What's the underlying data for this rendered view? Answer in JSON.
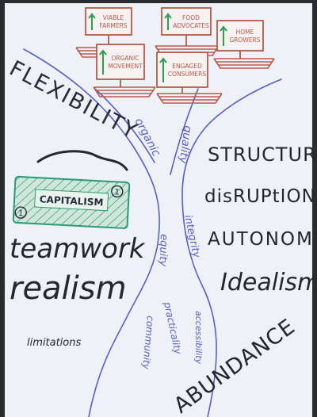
{
  "colors": {
    "paper": "#eef1f6",
    "frame": "#2a2c30",
    "river": "#5b5fc4",
    "ink": "#2a2a3a",
    "boat": "#b8584c",
    "boat_green": "#2f9a52",
    "banknote": "#2b9a78",
    "banknote_fill": "#cfe7d8",
    "signature": "#26262e"
  },
  "boats": [
    {
      "label": "VIABLE FARMERS",
      "line1": "VIABLE",
      "line2": "FARMERS"
    },
    {
      "label": "FOOD ADVOCATES",
      "line1": "FOOD",
      "line2": "ADVOCATES"
    },
    {
      "label": "ORGANIC MOVEMENT",
      "line1": "ORGANIC",
      "line2": "MOVEMENT"
    },
    {
      "label": "ENGAGED CONSUMERS",
      "line1": "ENGAGED",
      "line2": "CONSUMERS"
    },
    {
      "label": "HOME GROWERS",
      "line1": "HOME",
      "line2": "GROWERS"
    }
  ],
  "left_bank": {
    "flexibility": "FLEXIBILITY",
    "capitalism": "CAPITALISM",
    "note_marks": [
      "1",
      "1"
    ],
    "teamwork": "teamwork",
    "realism": "realism",
    "limitations": "limitations"
  },
  "right_bank": {
    "structure": "STRUCTURE",
    "disruption": "disRUPtION",
    "autonomy": "AUTONOMY",
    "idealism": "Idealism",
    "abundance": "ABUNDANCE"
  },
  "river_words": {
    "organic": "organic",
    "quality": "quality",
    "integrity": "integrity",
    "equity": "equity",
    "practicality": "practicality",
    "accessibility": "accessibility",
    "community": "community"
  }
}
